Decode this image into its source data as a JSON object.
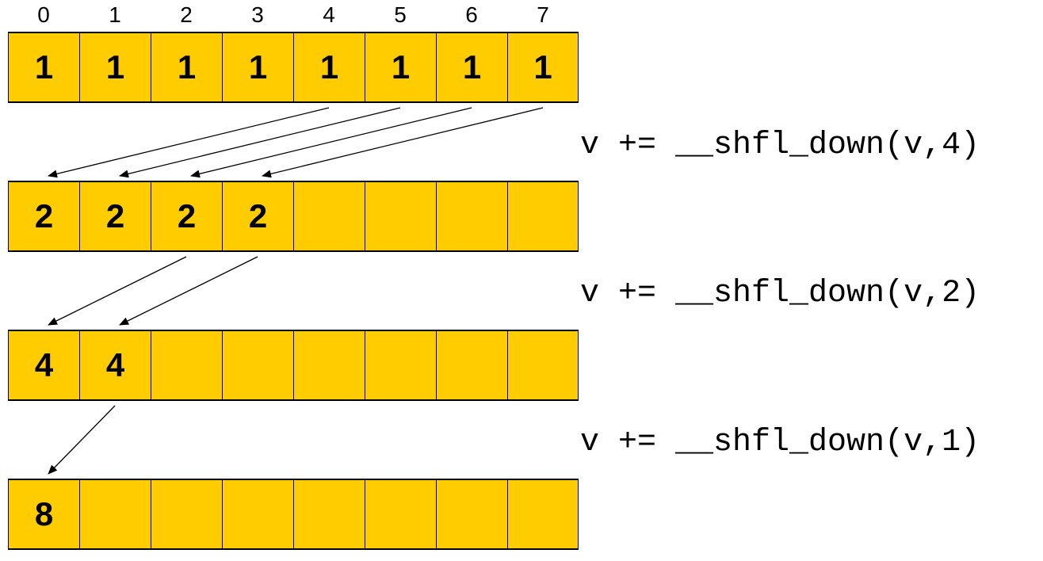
{
  "lane_indices": [
    "0",
    "1",
    "2",
    "3",
    "4",
    "5",
    "6",
    "7"
  ],
  "rows": [
    {
      "cells": [
        "1",
        "1",
        "1",
        "1",
        "1",
        "1",
        "1",
        "1"
      ]
    },
    {
      "cells": [
        "2",
        "2",
        "2",
        "2",
        "",
        "",
        "",
        ""
      ]
    },
    {
      "cells": [
        "4",
        "4",
        "",
        "",
        "",
        "",
        "",
        ""
      ]
    },
    {
      "cells": [
        "8",
        "",
        "",
        "",
        "",
        "",
        "",
        ""
      ]
    }
  ],
  "steps": [
    {
      "code": "v += __shfl_down(v,4)",
      "offset": 4
    },
    {
      "code": "v += __shfl_down(v,2)",
      "offset": 2
    },
    {
      "code": "v += __shfl_down(v,1)",
      "offset": 1
    }
  ],
  "colors": {
    "cell_fill": "#ffcc00",
    "cell_border": "#000000",
    "arrow": "#000000",
    "text": "#000000"
  }
}
